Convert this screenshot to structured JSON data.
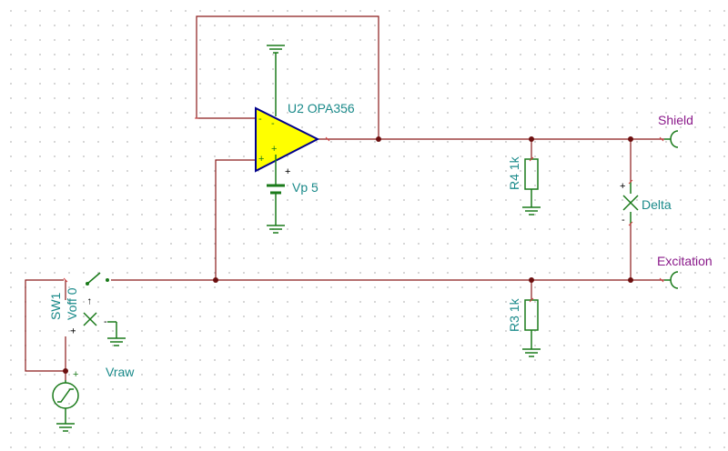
{
  "components": {
    "opamp": {
      "label": "U2 OPA356"
    },
    "battery": {
      "label": "Vp 5"
    },
    "r4": {
      "label": "R4 1k"
    },
    "r3": {
      "label": "R3 1k"
    },
    "delta": {
      "label": "Delta"
    },
    "shield": {
      "label": "Shield"
    },
    "excitation": {
      "label": "Excitation"
    },
    "switch": {
      "label": "SW1",
      "sublabel": "Voff 0"
    },
    "source": {
      "label": "Vraw"
    }
  },
  "signs": {
    "plus": "+",
    "minus": "-",
    "arrow": "→"
  },
  "colors": {
    "wire": "#8b1a1a",
    "component": "#1a7a1a",
    "opamp_fill": "#ffff00",
    "opamp_outline": "#00008b",
    "label_teal": "#1a8a8a",
    "label_purple": "#8b1a8b"
  }
}
